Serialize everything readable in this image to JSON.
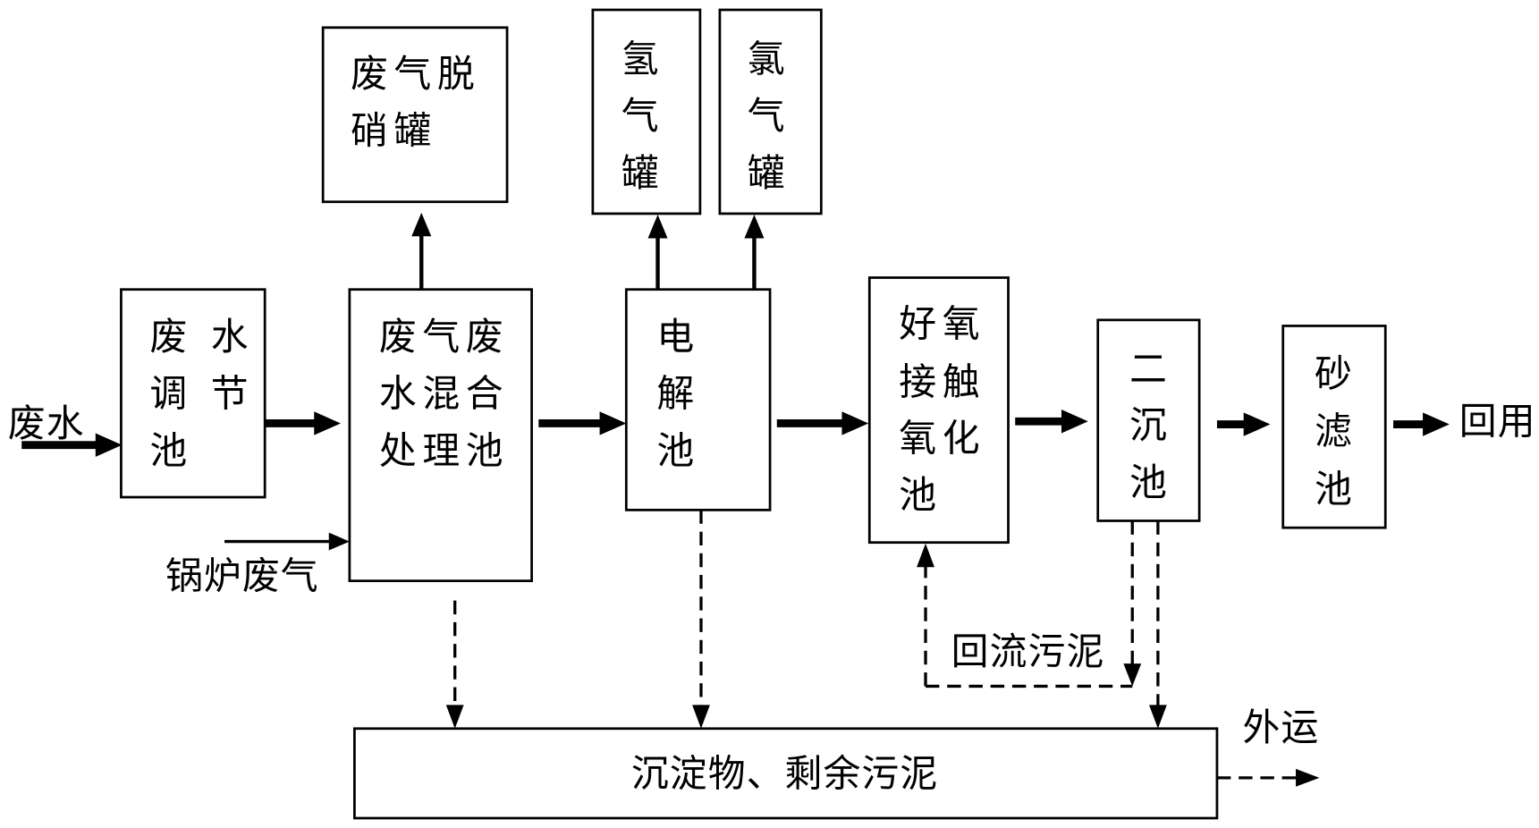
{
  "boxes": {
    "denitration_tank": {
      "lines": [
        "废气脱",
        "硝罐"
      ]
    },
    "hydrogen_tank": {
      "lines": [
        "氢",
        "气",
        "罐"
      ]
    },
    "chlorine_tank": {
      "lines": [
        "氯",
        "气",
        "罐"
      ]
    },
    "regulating_tank": {
      "lines": [
        "废 水",
        "调 节",
        "池"
      ]
    },
    "mixing_treatment_tank": {
      "lines": [
        "废气废",
        "水混合",
        "处理池"
      ]
    },
    "electrolysis_tank": {
      "lines": [
        "电",
        "解",
        "池"
      ]
    },
    "aerobic_contact_oxidation_tank": {
      "lines": [
        "好氧",
        "接触",
        "氧化",
        "池"
      ]
    },
    "secondary_sedimentation_tank": {
      "lines": [
        "二",
        "沉",
        "池"
      ]
    },
    "sand_filter": {
      "lines": [
        "砂",
        "滤",
        "池"
      ]
    },
    "sludge": {
      "lines": [
        "沉淀物、剩余污泥"
      ]
    }
  },
  "labels": {
    "wastewater_input": "废水",
    "boiler_exhaust": "锅炉废气",
    "return_sludge": "回流污泥",
    "haul_away": "外运",
    "reuse": "回用"
  },
  "colors": {
    "line": "#000000",
    "background": "#ffffff"
  }
}
